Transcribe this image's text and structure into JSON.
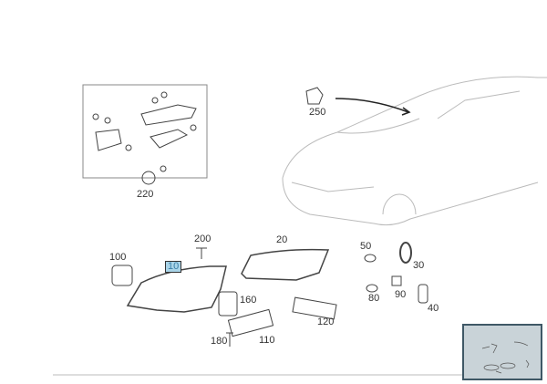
{
  "diagram": {
    "parts": [
      {
        "id": "p250",
        "label": "250"
      },
      {
        "id": "p220",
        "label": "220"
      },
      {
        "id": "p200",
        "label": "200"
      },
      {
        "id": "p20",
        "label": "20"
      },
      {
        "id": "p100",
        "label": "100"
      },
      {
        "id": "p10",
        "label": "10",
        "highlighted": true
      },
      {
        "id": "p160",
        "label": "160"
      },
      {
        "id": "p120",
        "label": "120"
      },
      {
        "id": "p110",
        "label": "110"
      },
      {
        "id": "p180",
        "label": "180"
      },
      {
        "id": "p50",
        "label": "50"
      },
      {
        "id": "p30",
        "label": "30"
      },
      {
        "id": "p80",
        "label": "80"
      },
      {
        "id": "p90",
        "label": "90"
      },
      {
        "id": "p40",
        "label": "40"
      }
    ],
    "highlight_color": "#a9d4e8"
  }
}
